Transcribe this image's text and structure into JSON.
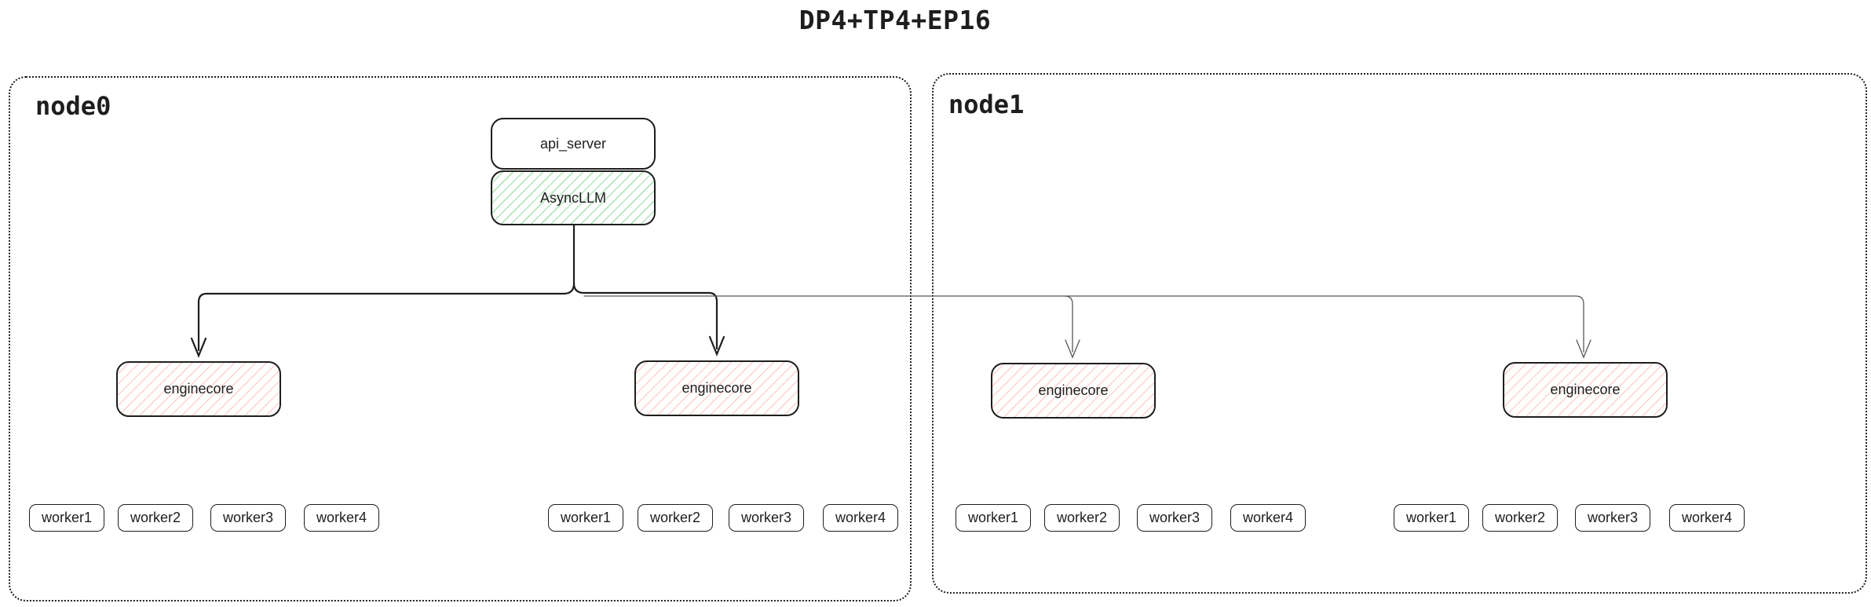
{
  "title": "DP4+TP4+EP16",
  "nodes": [
    {
      "label": "node0",
      "api_server": "api_server",
      "asyncllm": "AsyncLLM",
      "enginecores": [
        "enginecore",
        "enginecore"
      ],
      "worker_groups": [
        [
          "worker1",
          "worker2",
          "worker3",
          "worker4"
        ],
        [
          "worker1",
          "worker2",
          "worker3",
          "worker4"
        ]
      ]
    },
    {
      "label": "node1",
      "enginecores": [
        "enginecore",
        "enginecore"
      ],
      "worker_groups": [
        [
          "worker1",
          "worker2",
          "worker3",
          "worker4"
        ],
        [
          "worker1",
          "worker2",
          "worker3",
          "worker4"
        ]
      ]
    }
  ],
  "colors": {
    "stroke": "#1e1e1e",
    "asyncllm_hatch_green": "#40c057",
    "enginecore_hatch_red": "#fa7878",
    "thin_connector": "#575757",
    "background": "#ffffff"
  }
}
